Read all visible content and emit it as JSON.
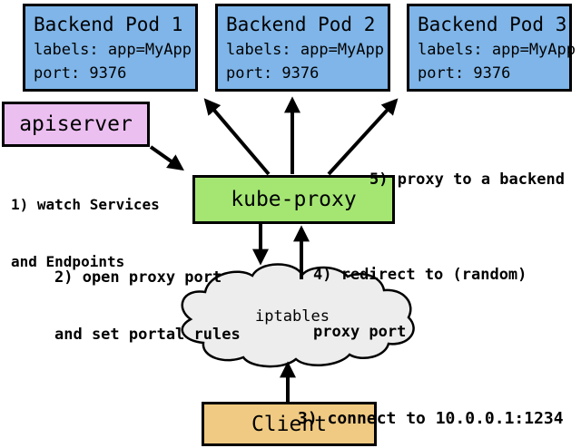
{
  "diagram": {
    "pods": [
      {
        "title": "Backend Pod 1",
        "labels_line": "labels: app=MyApp",
        "port_line": "port: 9376"
      },
      {
        "title": "Backend Pod 2",
        "labels_line": "labels: app=MyApp",
        "port_line": "port: 9376"
      },
      {
        "title": "Backend Pod 3",
        "labels_line": "labels: app=MyApp",
        "port_line": "port: 9376"
      }
    ],
    "apiserver_label": "apiserver",
    "kube_proxy_label": "kube-proxy",
    "iptables_label": "iptables",
    "client_label": "Client",
    "steps": {
      "step1_line1": "1) watch Services",
      "step1_line2": "and Endpoints",
      "step2_line1": "2) open proxy port",
      "step2_line2": "and set portal rules",
      "step3_line1": "3) connect to 10.0.0.1:1234",
      "step4_line1": "4) redirect to (random)",
      "step4_line2": "proxy port",
      "step5_line1": "5) proxy to a backend"
    },
    "colors": {
      "pod_fill": "#7fb5e8",
      "apiserver_fill": "#ecbff1",
      "kube_proxy_fill": "#a5e673",
      "client_fill": "#f0ca82",
      "cloud_fill": "#ededed",
      "line": "#000000"
    }
  }
}
